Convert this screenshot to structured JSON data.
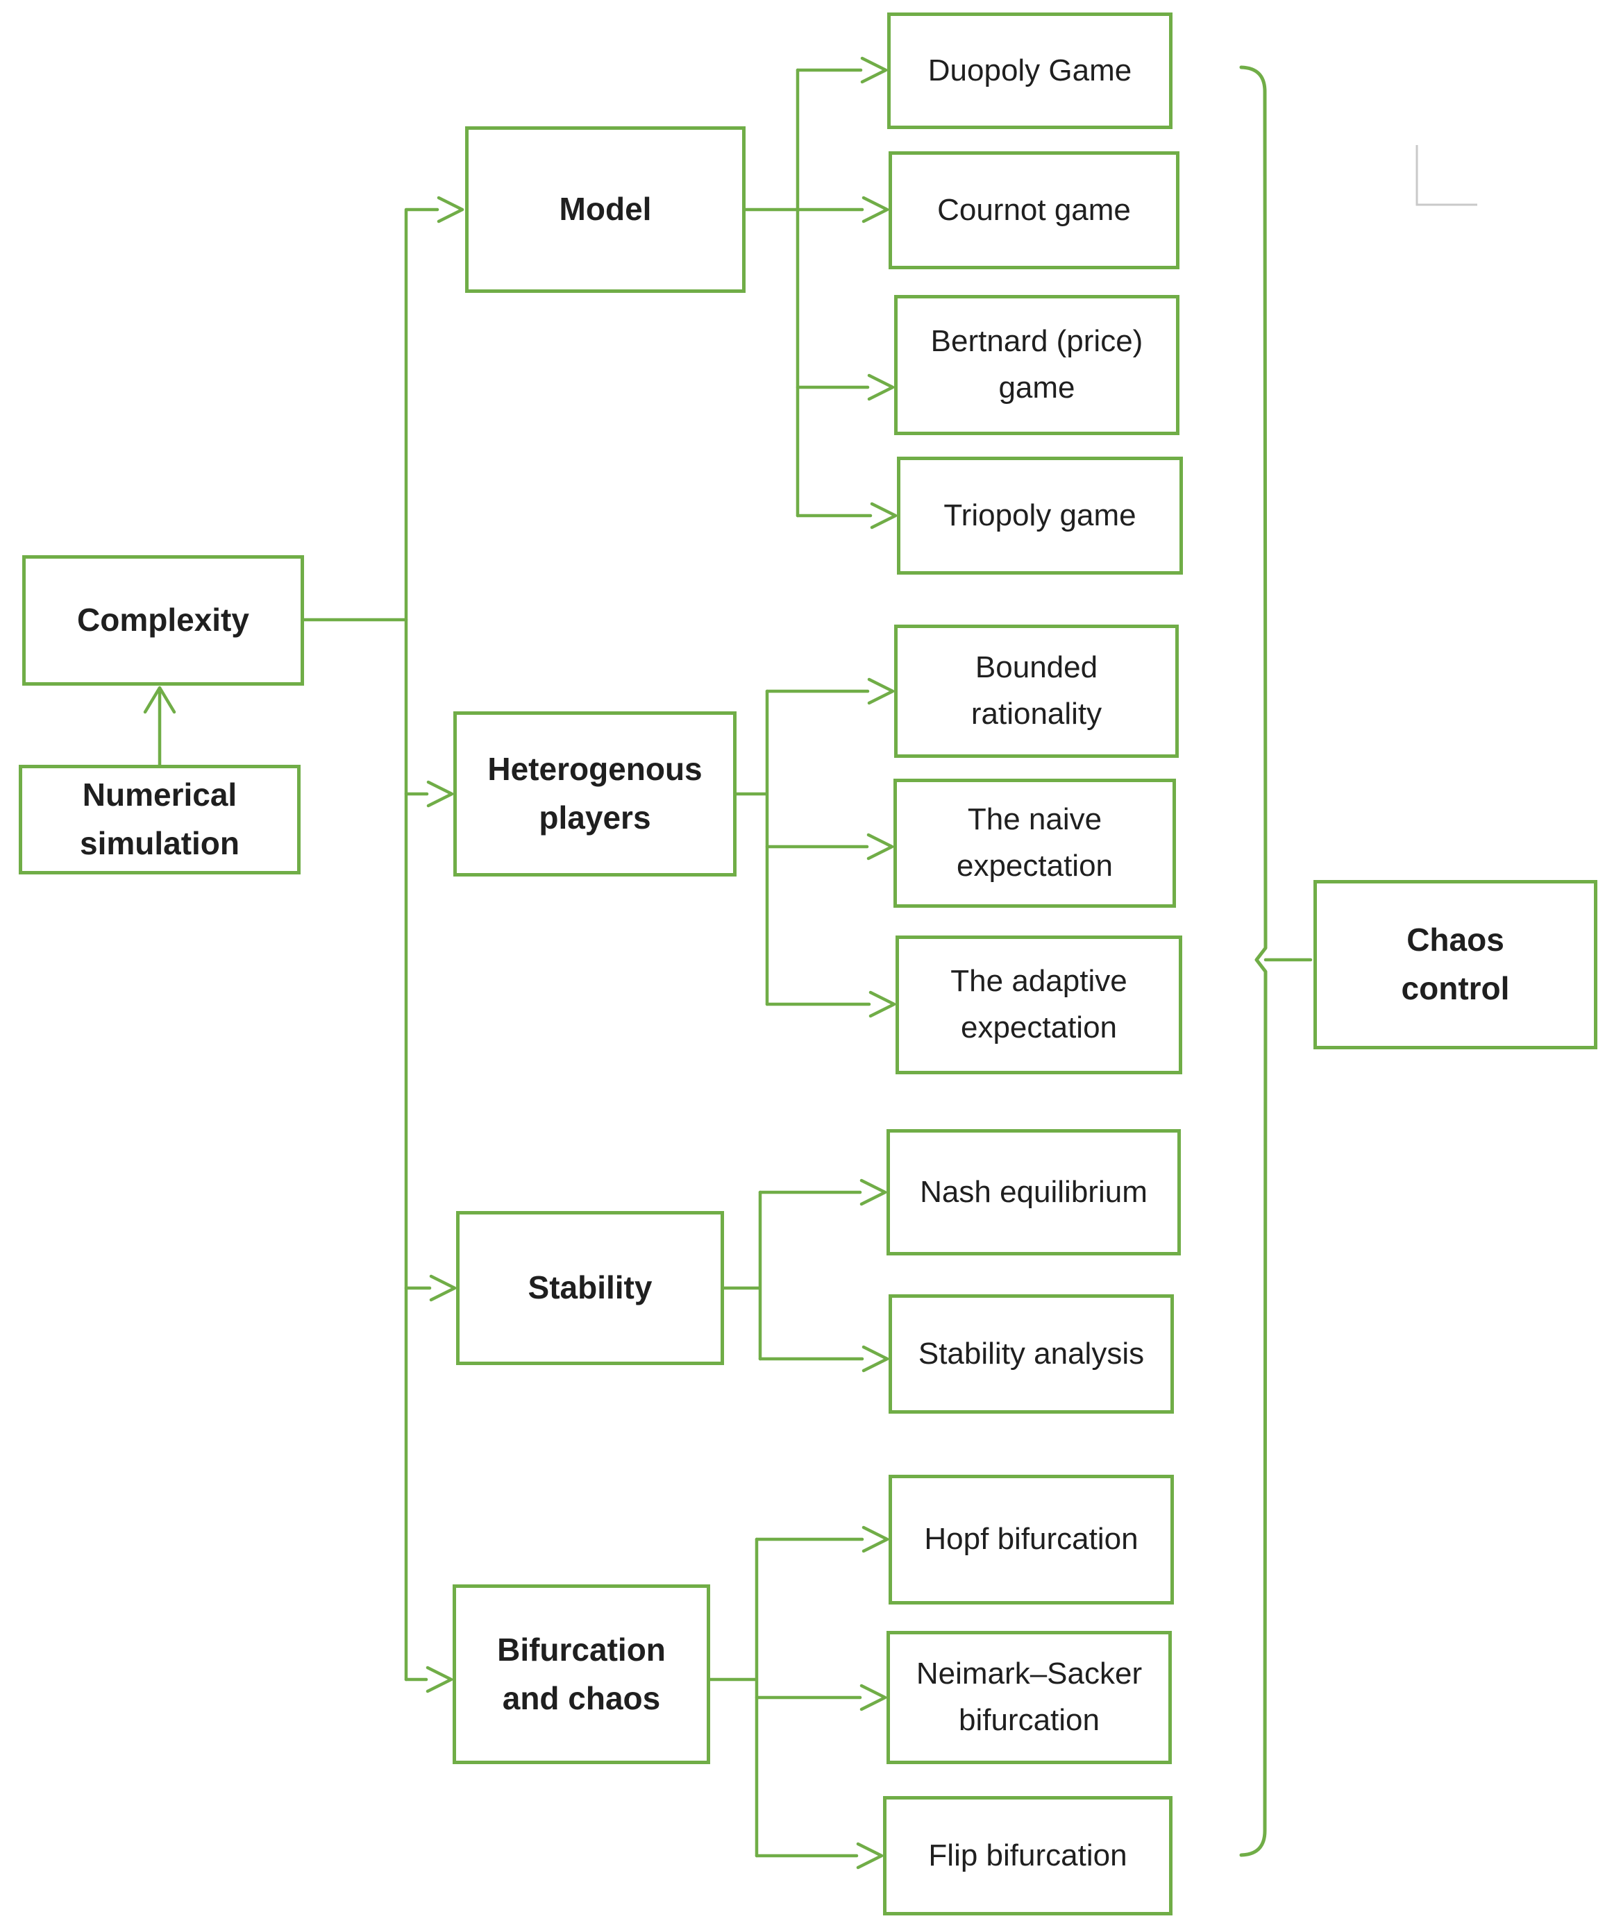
{
  "diagram": {
    "nodes": {
      "complexity": {
        "label": "Complexity"
      },
      "numerical_simulation": {
        "label": "Numerical\nsimulation"
      },
      "model": {
        "label": "Model"
      },
      "duopoly": {
        "label": "Duopoly Game"
      },
      "cournot": {
        "label": "Cournot game"
      },
      "bertnard": {
        "label": "Bertnard (price)\ngame"
      },
      "triopoly": {
        "label": "Triopoly game"
      },
      "heterogenous": {
        "label": "Heterogenous\nplayers"
      },
      "bounded": {
        "label": "Bounded\nrationality"
      },
      "naive": {
        "label": "The naive\nexpectation"
      },
      "adaptive": {
        "label": "The adaptive\nexpectation"
      },
      "stability": {
        "label": "Stability"
      },
      "nash": {
        "label": "Nash equilibrium"
      },
      "stability_analysis": {
        "label": "Stability analysis"
      },
      "bifurcation": {
        "label": "Bifurcation\nand chaos"
      },
      "hopf": {
        "label": "Hopf bifurcation"
      },
      "neimark": {
        "label": "Neimark–Sacker\nbifurcation"
      },
      "flip": {
        "label": "Flip bifurcation"
      },
      "chaos_control": {
        "label": "Chaos\ncontrol"
      }
    },
    "colors": {
      "accent_green": "#70AD47",
      "corner_mark_gray": "#C9C9C9",
      "text": "#1F1F1F"
    }
  }
}
